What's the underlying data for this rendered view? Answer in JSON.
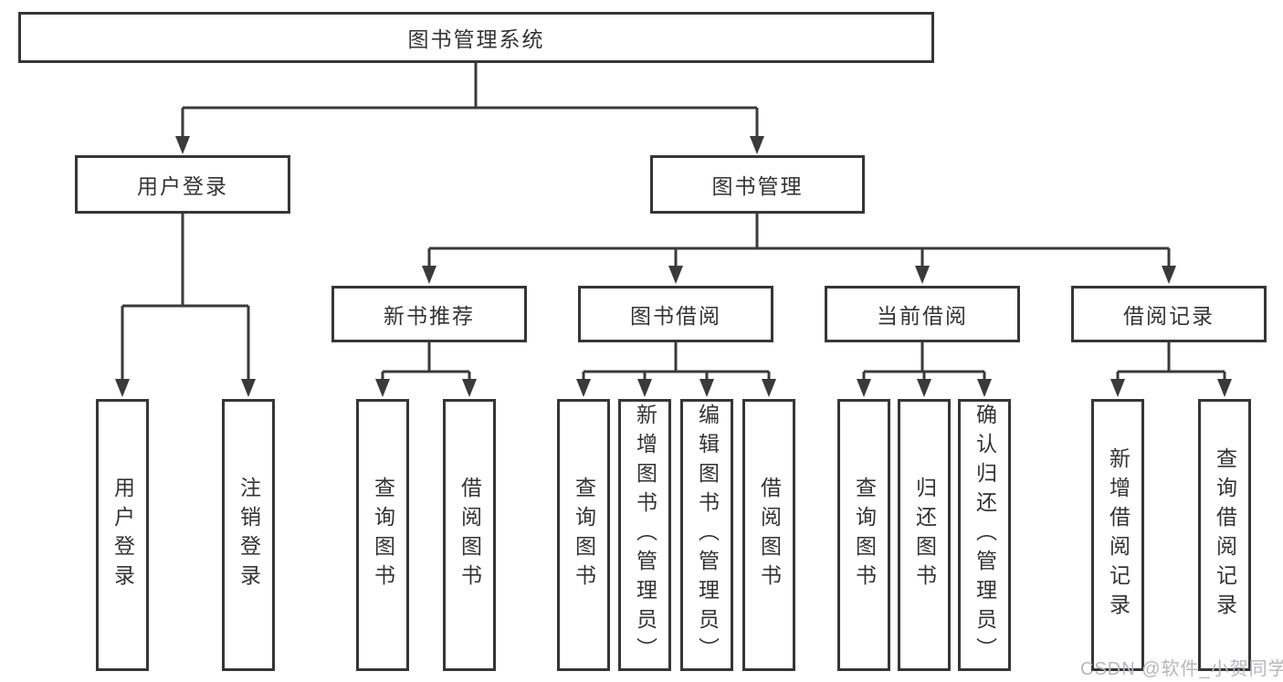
{
  "diagram": {
    "root_label": "图书管理系统",
    "level2": {
      "user": "用户登录",
      "books": "图书管理"
    },
    "level3": {
      "new_books": "新书推荐",
      "borrow": "图书借阅",
      "current": "当前借阅",
      "records": "借阅记录"
    },
    "leaves": {
      "user": [
        "用户登录",
        "注销登录"
      ],
      "new_books": [
        "查询图书",
        "借阅图书"
      ],
      "borrow": [
        "查询图书",
        "新增图书（管理员）",
        "编辑图书（管理员）",
        "借阅图书"
      ],
      "current": [
        "查询图书",
        "归还图书",
        "确认归还（管理员）"
      ],
      "records": [
        "新增借阅记录",
        "查询借阅记录"
      ]
    }
  },
  "watermark": {
    "text": "CSDN @软件_小贺同学"
  },
  "colors": {
    "line": "#3a3a3a",
    "box_border": "#363636",
    "text": "#333333",
    "watermark": "#b7b7bb",
    "background": "#ffffff"
  }
}
